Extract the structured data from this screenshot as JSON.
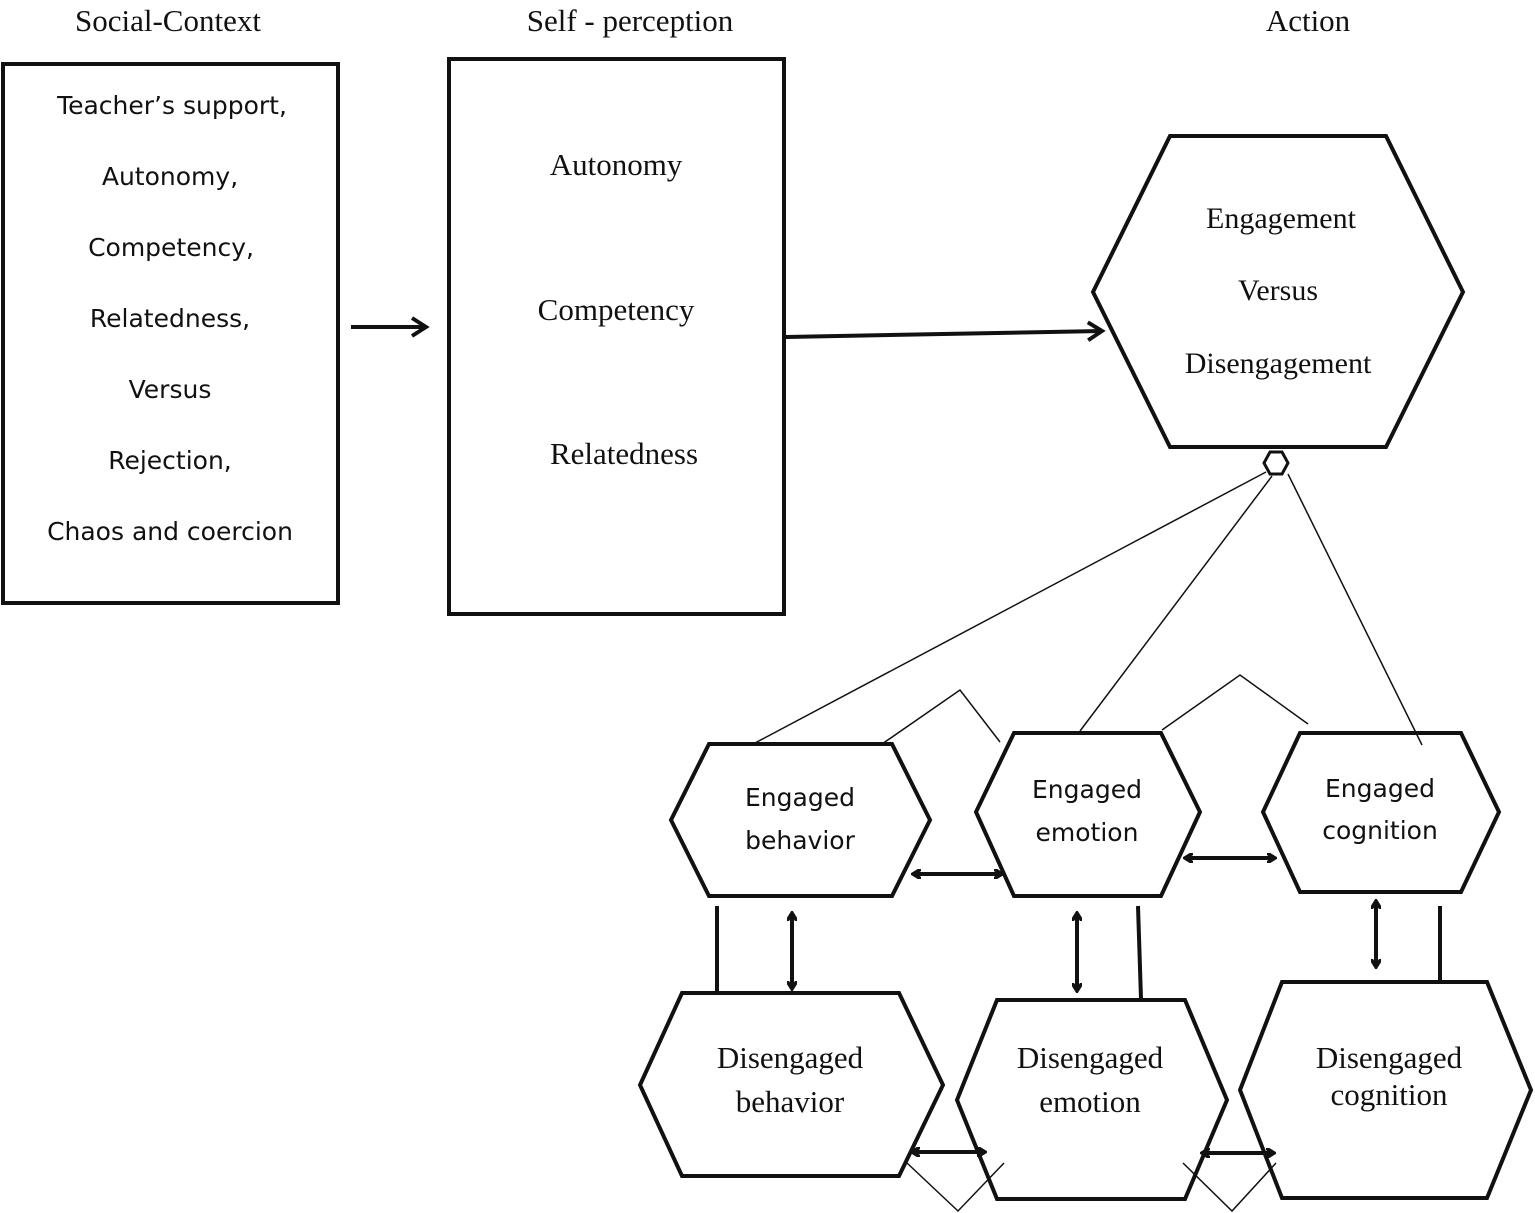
{
  "headers": {
    "social_context": "Social-Context",
    "self_perception": "Self - perception",
    "action": "Action"
  },
  "social_context_items": [
    "Teacher’s support,",
    "Autonomy,",
    "Competency,",
    "Relatedness,",
    "Versus",
    "Rejection,",
    "Chaos and coercion"
  ],
  "self_perception_items": [
    "Autonomy",
    "Competency",
    "Relatedness"
  ],
  "action_hexagon": {
    "line1": "Engagement",
    "line2": "Versus",
    "line3": "Disengagement"
  },
  "engaged": {
    "behavior": {
      "line1": "Engaged",
      "line2": "behavior"
    },
    "emotion": {
      "line1": "Engaged",
      "line2": "emotion"
    },
    "cognition": {
      "line1": "Engaged",
      "line2": "cognition"
    }
  },
  "disengaged": {
    "behavior": {
      "line1": "Disengaged",
      "line2": "behavior"
    },
    "emotion": {
      "line1": "Disengaged",
      "line2": "emotion"
    },
    "cognition": {
      "line1": "Disengaged",
      "line2": "cognition"
    }
  }
}
